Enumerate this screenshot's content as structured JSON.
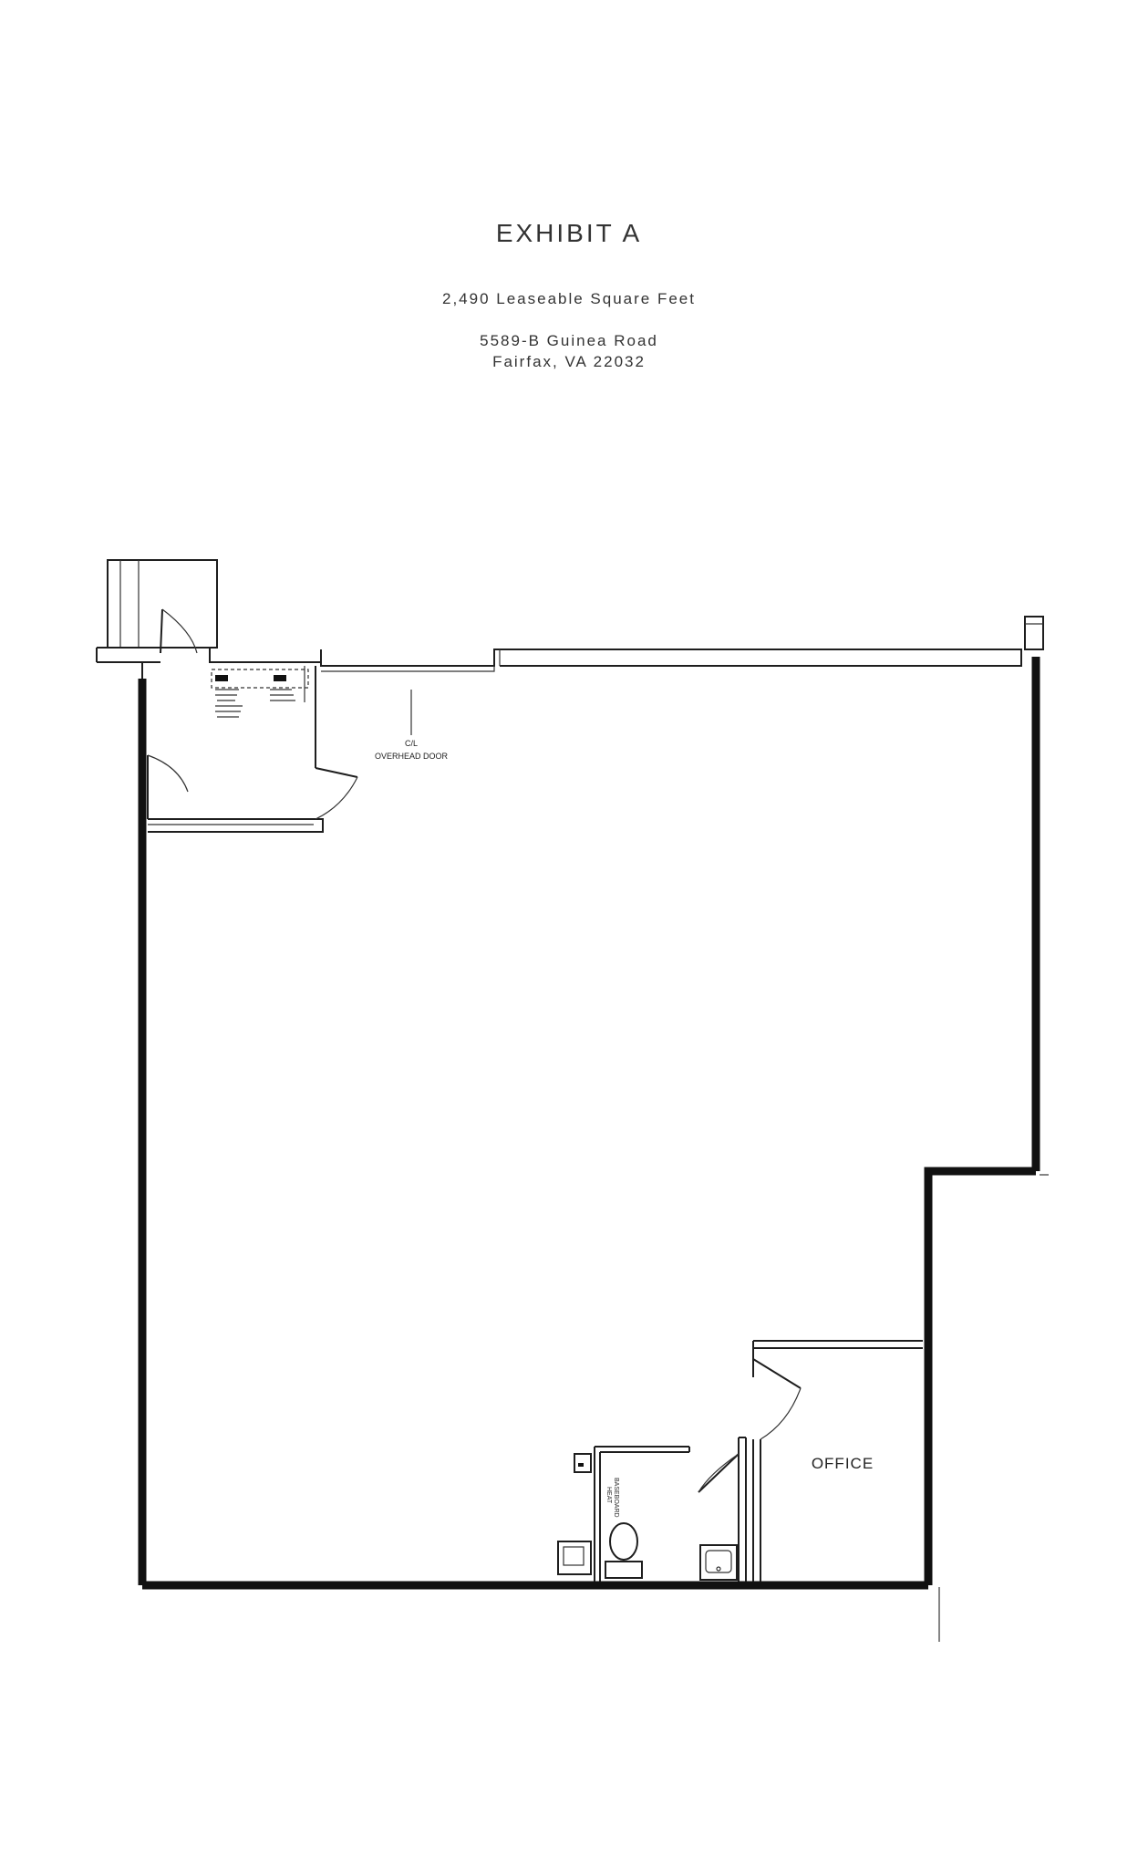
{
  "header": {
    "title": "EXHIBIT A",
    "square_feet": "2,490 Leaseable Square Feet",
    "address_line1": "5589-B Guinea Road",
    "address_line2": "Fairfax, VA 22032"
  },
  "plan": {
    "labels": {
      "overhead_door_line1": "C/L",
      "overhead_door_line2": "OVERHEAD DOOR",
      "office": "OFFICE",
      "baseboard_heat_line1": "BASEBOARD",
      "baseboard_heat_line2": "HEAT"
    }
  }
}
